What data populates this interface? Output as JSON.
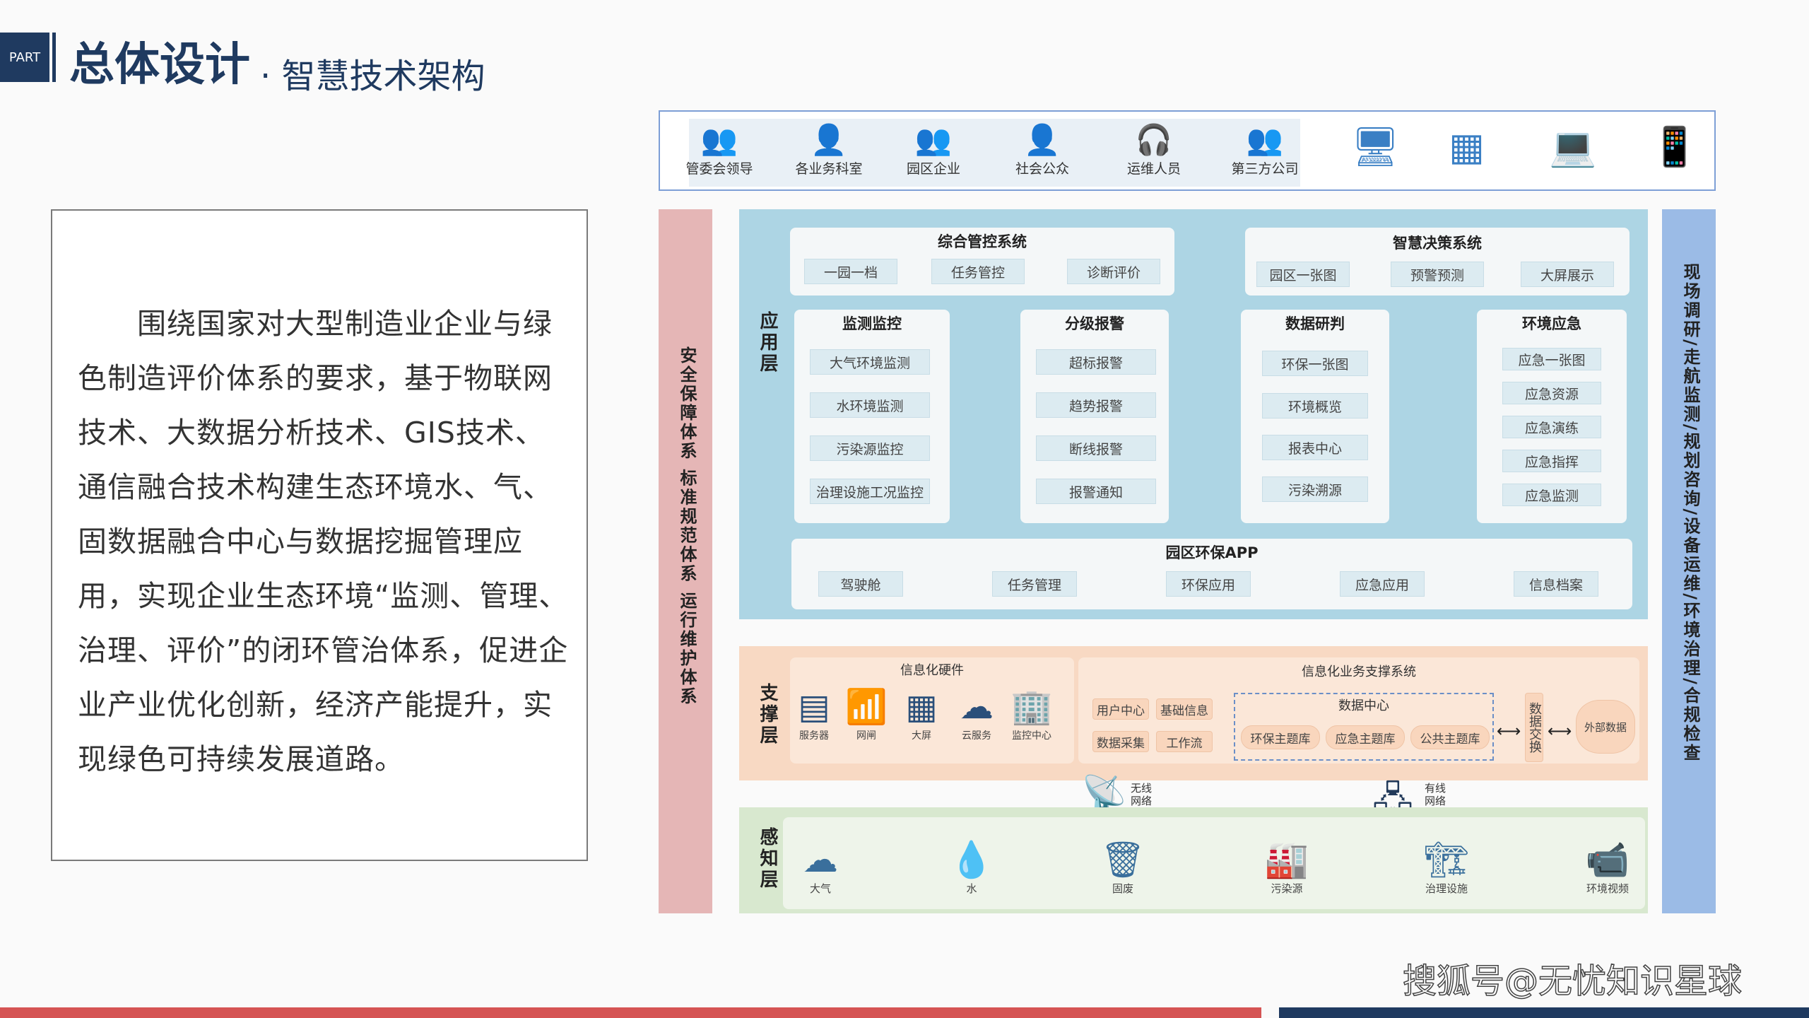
{
  "header": {
    "part": "PART",
    "title": "总体设计",
    "subtitle": "· 智慧技术架构"
  },
  "body_text": "围绕国家对大型制造业企业与绿色制造评价体系的要求，基于物联网技术、大数据分析技术、GIS技术、通信融合技术构建生态环境水、气、固数据融合中心与数据挖掘管理应用，实现企业生态环境“监测、管理、治理、评价”的闭环管治体系，促进企业产业优化创新，经济产能提升，实现绿色可持续发展道路。",
  "users": [
    "管委会领导",
    "各业务科室",
    "园区企业",
    "社会公众",
    "运维人员",
    "第三方公司"
  ],
  "left_column": "安全保障体系 标准规范体系 运行维护体系",
  "right_column": "现场调研/走航监测/规划咨询/设备运维/环境治理/合规检查",
  "app_layer": {
    "label": "应用层",
    "zhgk": {
      "title": "综合管控系统",
      "items": [
        "一园一档",
        "任务管控",
        "诊断评价"
      ]
    },
    "zhjc": {
      "title": "智慧决策系统",
      "items": [
        "园区一张图",
        "预警预测",
        "大屏展示"
      ]
    },
    "jcjk": {
      "title": "监测监控",
      "items": [
        "大气环境监测",
        "水环境监测",
        "污染源监控",
        "治理设施工况监控"
      ]
    },
    "fjbj": {
      "title": "分级报警",
      "items": [
        "超标报警",
        "趋势报警",
        "断线报警",
        "报警通知"
      ]
    },
    "sjyp": {
      "title": "数据研判",
      "items": [
        "环保一张图",
        "环境概览",
        "报表中心",
        "污染溯源"
      ]
    },
    "hjyj": {
      "title": "环境应急",
      "items": [
        "应急一张图",
        "应急资源",
        "应急演练",
        "应急指挥",
        "应急监测"
      ]
    },
    "app": {
      "title": "园区环保APP",
      "items": [
        "驾驶舱",
        "任务管理",
        "环保应用",
        "应急应用",
        "信息档案"
      ]
    }
  },
  "support_layer": {
    "label": "支撑层",
    "hardware_title": "信息化硬件",
    "hardware": [
      "服务器",
      "网闸",
      "大屏",
      "云服务",
      "监控中心"
    ],
    "biz_title": "信息化业务支撑系统",
    "biz_items": [
      "用户中心",
      "基础信息",
      "数据采集",
      "工作流"
    ],
    "datacenter_title": "数据中心",
    "db_items": [
      "环保主题库",
      "应急主题库",
      "公共主题库"
    ],
    "exchange": "数据交换",
    "external": "外部数据"
  },
  "network": {
    "wireless": [
      "无线",
      "网络"
    ],
    "wired": [
      "有线",
      "网络"
    ]
  },
  "sensing_layer": {
    "label": "感知层",
    "items": [
      "大气",
      "水",
      "固废",
      "污染源",
      "治理设施",
      "环境视频"
    ]
  },
  "watermark": "搜狐号@无忧知识星球",
  "colors": {
    "navy": "#1f3a60",
    "app": "#add5e4",
    "support": "#f8d9c3",
    "sensing": "#d8e8cf",
    "left": "#e5b6b6",
    "right": "#9bbbe6",
    "red": "#d55454"
  }
}
